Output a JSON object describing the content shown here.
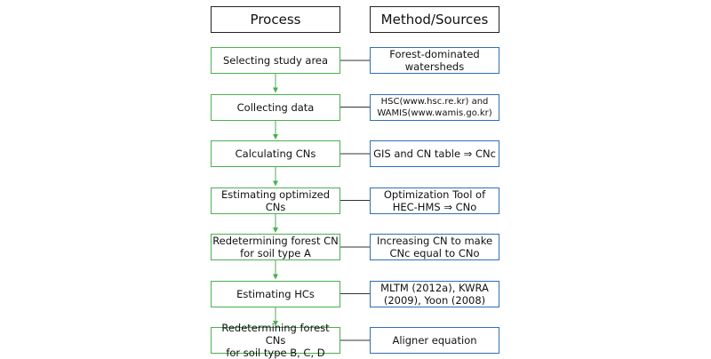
{
  "headers": {
    "process": "Process",
    "method": "Method/Sources"
  },
  "steps": [
    {
      "process": "Selecting study area",
      "method": "Forest-dominated\nwatersheds"
    },
    {
      "process": "Collecting data",
      "method": "HSC(www.hsc.re.kr) and\nWAMIS(www.wamis.go.kr)"
    },
    {
      "process": "Calculating CNs",
      "method": "GIS and CN table ⇒ CNc"
    },
    {
      "process": "Estimating optimized CNs",
      "method": "Optimization Tool of\nHEC-HMS ⇒ CNo"
    },
    {
      "process": "Redetermining forest CN\nfor soil type A",
      "method": "Increasing CN to make\nCNc equal to CNo"
    },
    {
      "process": "Estimating HCs",
      "method": "MLTM (2012a), KWRA\n(2009), Yoon (2008)"
    },
    {
      "process": "Redetermining forest CNs\nfor soil type B, C, D",
      "method": "Aligner equation"
    }
  ],
  "colors": {
    "process_border": "#4caf50",
    "method_border": "#2f6fb3",
    "arrow": "#4caf50",
    "connector": "#333333"
  }
}
